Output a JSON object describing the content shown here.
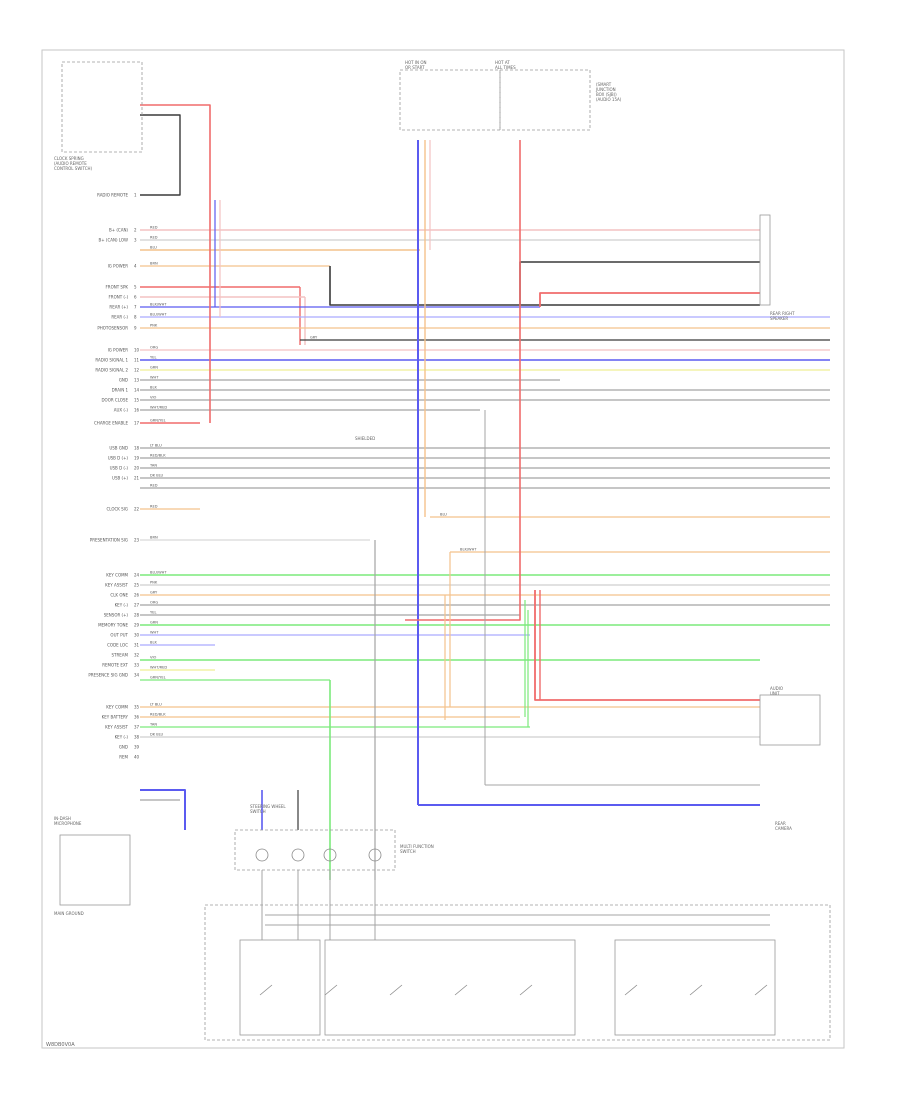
{
  "diagram": {
    "figure_id": "W8DB0V0A",
    "colors": {
      "frame": "#bcbcbc",
      "red": "#f06c6c",
      "pink": "#f3c2c2",
      "blue": "#5b5bf0",
      "lightblue": "#aaaaff",
      "green": "#7cea7c",
      "orange": "#f4c28c",
      "yellow": "#f2f2a6",
      "gray": "#a4a4a4",
      "black": "#3a3a3a"
    },
    "components": [
      {
        "id": "antenna-module",
        "lines": [
          "CLOCK SPRING",
          "(AUDIO REMOTE",
          "CONTROL SWITCH)"
        ]
      },
      {
        "id": "fuse-left",
        "lines": [
          "HOT IN ON",
          "OR START"
        ]
      },
      {
        "id": "fuse-right",
        "lines": [
          "HOT AT",
          "ALL TIMES"
        ]
      },
      {
        "id": "fuse-right-note",
        "lines": [
          "(SMART",
          "JUNCTION",
          "BOX (SJB))",
          "(AUDIO 15A)"
        ]
      },
      {
        "id": "shield-label",
        "lines": [
          "SHIELDED"
        ]
      },
      {
        "id": "rear-speaker-right",
        "lines": [
          "REAR RIGHT",
          "SPEAKER"
        ]
      },
      {
        "id": "audio-unit",
        "lines": [
          "AUDIO",
          "UNIT"
        ]
      },
      {
        "id": "rear-camera",
        "lines": [
          "REAR",
          "CAMERA"
        ]
      },
      {
        "id": "ground-left",
        "lines": [
          "MAIN GROUND"
        ]
      },
      {
        "id": "mic-left",
        "lines": [
          "IN-DASH",
          "MICROPHONE"
        ]
      },
      {
        "id": "switch-label",
        "lines": [
          "STEERING WHEEL",
          "SWITCH"
        ]
      },
      {
        "id": "multi-switch-label",
        "lines": [
          "MULTI FUNCTION",
          "SWITCH"
        ]
      }
    ],
    "pins": [
      "RADIO REMOTE",
      "B+ (CAN)",
      "B+ (CAN) LOW",
      "IG POWER",
      "FRONT SPK",
      "FRONT (-)",
      "REAR (+)",
      "REAR (-)",
      "PHOTOSENSOR",
      "IG POWER",
      "RADIO SIGNAL 1",
      "RADIO SIGNAL 2",
      "GND",
      "DRAIN 1",
      "DOOR CLOSE",
      "AUX (-)",
      "CHARGE ENABLE",
      "USB GND",
      "USB D (+)",
      "USB D (-)",
      "USB (+)",
      "CLOCK SIG",
      "PRESENTATION SIG",
      "KEY COMM",
      "KEY ASSIST",
      "CLK ONE",
      "KEY (-)",
      "SENSOR (+)",
      "MEMORY TONE",
      "OUT PUT",
      "CODE LOC",
      "STREAM",
      "REMOTE EXT",
      "PRESENCE SIG GND",
      "KEY COMM",
      "KEY BATTERY",
      "KEY ASSIST",
      "KEY (-)",
      "GND",
      "REM"
    ],
    "wire_labels": [
      "RED",
      "RED",
      "BLU",
      "BRN",
      "BLK/WHT",
      "BLU/WHT",
      "PNK",
      "GRY",
      "ORG",
      "YEL",
      "GRN",
      "WHT",
      "BLK",
      "VIO",
      "WHT/RED",
      "GRN/YEL",
      "LT BLU",
      "RED/BLK",
      "TAN",
      "DK BLU"
    ]
  }
}
